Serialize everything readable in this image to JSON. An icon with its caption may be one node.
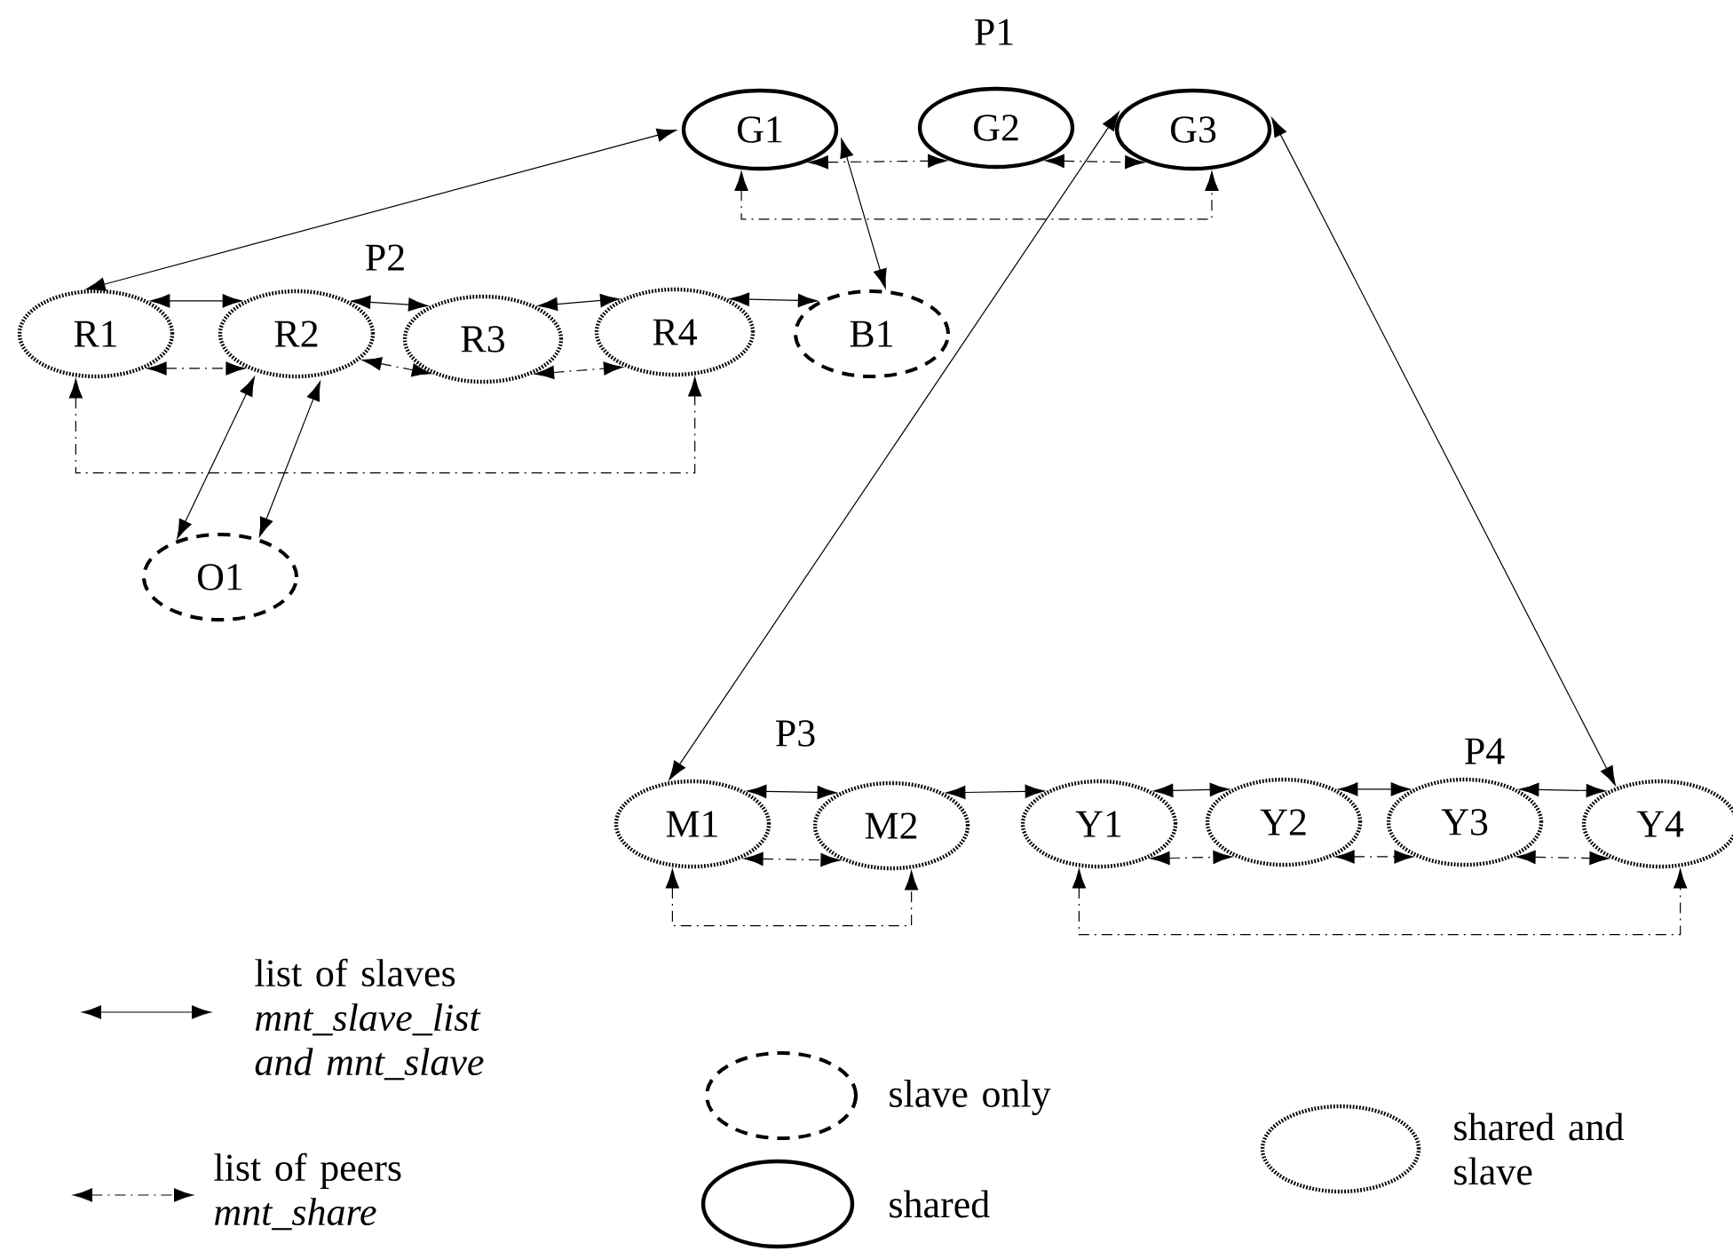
{
  "diagram": {
    "nodes": [
      {
        "text": [
          "G1"
        ]
      },
      {
        "text": [
          "G2"
        ]
      },
      {
        "text": [
          "G3"
        ]
      },
      {
        "text": [
          "R1"
        ]
      },
      {
        "text": [
          "R2"
        ]
      },
      {
        "text": [
          "R3"
        ]
      },
      {
        "text": [
          "R4"
        ]
      },
      {
        "text": [
          "B1"
        ]
      },
      {
        "text": [
          "O1"
        ]
      },
      {
        "text": [
          "M1"
        ]
      },
      {
        "text": [
          "M2"
        ]
      },
      {
        "text": [
          "Y1"
        ]
      },
      {
        "text": [
          "Y2"
        ]
      },
      {
        "text": [
          "Y3"
        ]
      },
      {
        "text": [
          "Y4"
        ]
      }
    ],
    "edges": [
      {
        "from": 0,
        "to": 3,
        "arrow": "both"
      },
      {
        "from": 0,
        "to": 7,
        "arrow": "both"
      },
      {
        "from": 3,
        "to": 4,
        "arrow": "both"
      },
      {
        "from": 4,
        "to": 5,
        "arrow": "both"
      },
      {
        "from": 5,
        "to": 6,
        "arrow": "both"
      },
      {
        "from": 6,
        "to": 7,
        "arrow": "both"
      },
      {
        "from": 4,
        "to": 8,
        "arrow": "both"
      },
      {
        "from": 4,
        "to": 8,
        "arrow": "both"
      },
      {
        "from": 2,
        "to": 9,
        "arrow": "both"
      },
      {
        "from": 2,
        "to": 14,
        "arrow": "both"
      },
      {
        "from": 9,
        "to": 10,
        "arrow": "both"
      },
      {
        "from": 10,
        "to": 11,
        "arrow": "both"
      },
      {
        "from": 11,
        "to": 12,
        "arrow": "both"
      },
      {
        "from": 12,
        "to": 13,
        "arrow": "both"
      },
      {
        "from": 13,
        "to": 14,
        "arrow": "both"
      },
      {
        "from": 0,
        "to": 1,
        "arrow": "both",
        "style": "dashed"
      },
      {
        "from": 1,
        "to": 2,
        "arrow": "both",
        "style": "dashed"
      },
      {
        "from": 0,
        "to": 2,
        "arrow": "both",
        "style": "dashed"
      },
      {
        "from": 3,
        "to": 4,
        "arrow": "both",
        "style": "dashed"
      },
      {
        "from": 4,
        "to": 5,
        "arrow": "both",
        "style": "dashed"
      },
      {
        "from": 5,
        "to": 6,
        "arrow": "both",
        "style": "dashed"
      },
      {
        "from": 3,
        "to": 6,
        "arrow": "both",
        "style": "dashed"
      },
      {
        "from": 9,
        "to": 10,
        "arrow": "both",
        "style": "dashed"
      },
      {
        "from": 9,
        "to": 10,
        "arrow": "both",
        "style": "dashed"
      },
      {
        "from": 11,
        "to": 12,
        "arrow": "both",
        "style": "dashed"
      },
      {
        "from": 12,
        "to": 13,
        "arrow": "both",
        "style": "dashed"
      },
      {
        "from": 13,
        "to": 14,
        "arrow": "both",
        "style": "dashed"
      },
      {
        "from": 11,
        "to": 14,
        "arrow": "both",
        "style": "dashed"
      }
    ],
    "labels": [
      "P1",
      "P2",
      "P3",
      "P4"
    ],
    "legend": [
      {
        "text": "list of slaves *mnt_slave_list and mnt_slave*"
      },
      {
        "text": "list of peers *mnt_share*"
      },
      {
        "text": "slave only"
      },
      {
        "text": "shared"
      },
      {
        "text": "shared and slave"
      }
    ]
  }
}
